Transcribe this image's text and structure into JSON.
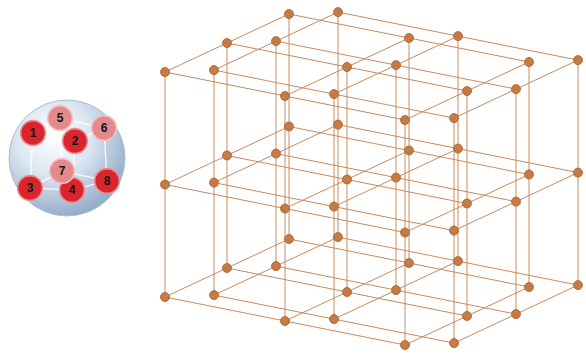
{
  "diagram": {
    "nodes": [
      {
        "text": [
          "1"
        ]
      },
      {
        "text": [
          "2"
        ]
      },
      {
        "text": [
          "3"
        ]
      },
      {
        "text": [
          "4"
        ]
      },
      {
        "text": [
          "5"
        ]
      },
      {
        "text": [
          "6"
        ]
      },
      {
        "text": [
          "7"
        ]
      },
      {
        "text": [
          "8"
        ]
      }
    ],
    "edges": [
      {
        "from": 0,
        "to": 1,
        "arrow": "none"
      },
      {
        "from": 1,
        "to": 3,
        "arrow": "none"
      },
      {
        "from": 3,
        "to": 2,
        "arrow": "none"
      },
      {
        "from": 2,
        "to": 0,
        "arrow": "none"
      },
      {
        "from": 4,
        "to": 5,
        "arrow": "none"
      },
      {
        "from": 5,
        "to": 7,
        "arrow": "none"
      },
      {
        "from": 7,
        "to": 6,
        "arrow": "none"
      },
      {
        "from": 6,
        "to": 4,
        "arrow": "none"
      },
      {
        "from": 0,
        "to": 4,
        "arrow": "none"
      },
      {
        "from": 1,
        "to": 5,
        "arrow": "none"
      },
      {
        "from": 2,
        "to": 6,
        "arrow": "none"
      },
      {
        "from": 3,
        "to": 7,
        "arrow": "none"
      }
    ]
  }
}
